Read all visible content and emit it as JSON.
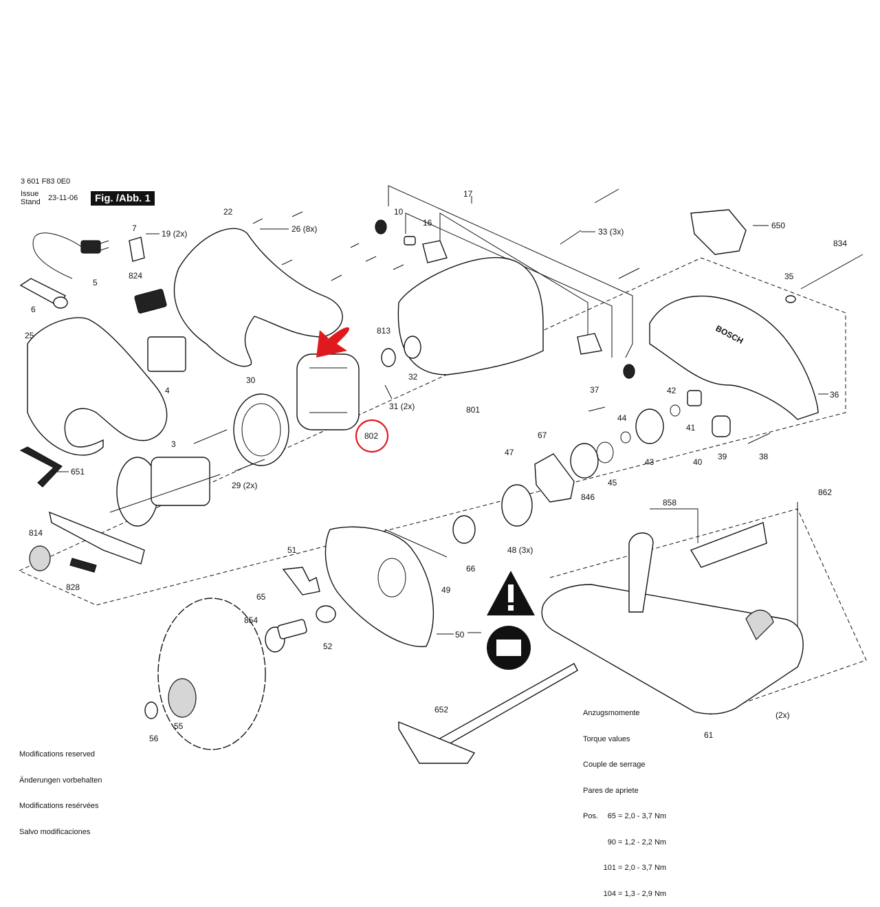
{
  "header": {
    "doc_number": "3 601 F83 0E0",
    "issue_label": "Issue",
    "stand_label": "Stand",
    "date": "23-11-06",
    "figure": "Fig. /Abb. 1"
  },
  "parts": [
    {
      "id": "p17",
      "text": "17"
    },
    {
      "id": "p10",
      "text": "10"
    },
    {
      "id": "p16",
      "text": "16"
    },
    {
      "id": "p22",
      "text": "22"
    },
    {
      "id": "p7",
      "text": "7"
    },
    {
      "id": "p19",
      "text": "19 (2x)"
    },
    {
      "id": "p26",
      "text": "26 (8x)"
    },
    {
      "id": "p33",
      "text": "33 (3x)"
    },
    {
      "id": "p650",
      "text": "650"
    },
    {
      "id": "p834",
      "text": "834"
    },
    {
      "id": "p5",
      "text": "5"
    },
    {
      "id": "p824",
      "text": "824"
    },
    {
      "id": "p35",
      "text": "35"
    },
    {
      "id": "p6",
      "text": "6"
    },
    {
      "id": "p813",
      "text": "813"
    },
    {
      "id": "p25",
      "text": "25"
    },
    {
      "id": "p4",
      "text": "4"
    },
    {
      "id": "p32",
      "text": "32"
    },
    {
      "id": "p30",
      "text": "30"
    },
    {
      "id": "p801",
      "text": "801"
    },
    {
      "id": "p36",
      "text": "36"
    },
    {
      "id": "p31",
      "text": "31 (2x)"
    },
    {
      "id": "p37",
      "text": "37"
    },
    {
      "id": "p42",
      "text": "42"
    },
    {
      "id": "p802",
      "text": "802"
    },
    {
      "id": "p44",
      "text": "44"
    },
    {
      "id": "p41",
      "text": "41"
    },
    {
      "id": "p3",
      "text": "3"
    },
    {
      "id": "p67",
      "text": "67"
    },
    {
      "id": "p47",
      "text": "47"
    },
    {
      "id": "p651",
      "text": "651"
    },
    {
      "id": "p43",
      "text": "43"
    },
    {
      "id": "p40",
      "text": "40"
    },
    {
      "id": "p39",
      "text": "39"
    },
    {
      "id": "p38",
      "text": "38"
    },
    {
      "id": "p29",
      "text": "29 (2x)"
    },
    {
      "id": "p45",
      "text": "45"
    },
    {
      "id": "p846",
      "text": "846"
    },
    {
      "id": "p862",
      "text": "862"
    },
    {
      "id": "p858",
      "text": "858"
    },
    {
      "id": "p814",
      "text": "814"
    },
    {
      "id": "p48",
      "text": "48 (3x)"
    },
    {
      "id": "p51",
      "text": "51"
    },
    {
      "id": "p66",
      "text": "66"
    },
    {
      "id": "p828",
      "text": "828"
    },
    {
      "id": "p49",
      "text": "49"
    },
    {
      "id": "p65",
      "text": "65"
    },
    {
      "id": "p854",
      "text": "854"
    },
    {
      "id": "p50",
      "text": "50"
    },
    {
      "id": "p52",
      "text": "52"
    },
    {
      "id": "p652",
      "text": "652"
    },
    {
      "id": "p56",
      "text": "56"
    },
    {
      "id": "p55",
      "text": "55"
    },
    {
      "id": "p61",
      "text": "61"
    },
    {
      "id": "p2x",
      "text": "(2x)"
    }
  ],
  "torque": {
    "lines": [
      "Anzugsmomente",
      "Torque values",
      "Couple de serrage",
      "Pares de apriete"
    ],
    "rows": [
      {
        "pos": "Pos.",
        "num": "65",
        "value": "2,0 - 3,7 Nm"
      },
      {
        "pos": "",
        "num": "90",
        "value": "1,2 - 2,2 Nm"
      },
      {
        "pos": "",
        "num": "101",
        "value": "2,0 - 3,7 Nm"
      },
      {
        "pos": "",
        "num": "104",
        "value": "1,3 - 2,9 Nm"
      }
    ]
  },
  "modifications": [
    "Modifications reserved",
    "Änderungen vorbehalten",
    "Modifications resérvées",
    "Salvo modificaciones"
  ],
  "brand_on_guard": "BOSCH",
  "highlight_color": "#e0191f"
}
